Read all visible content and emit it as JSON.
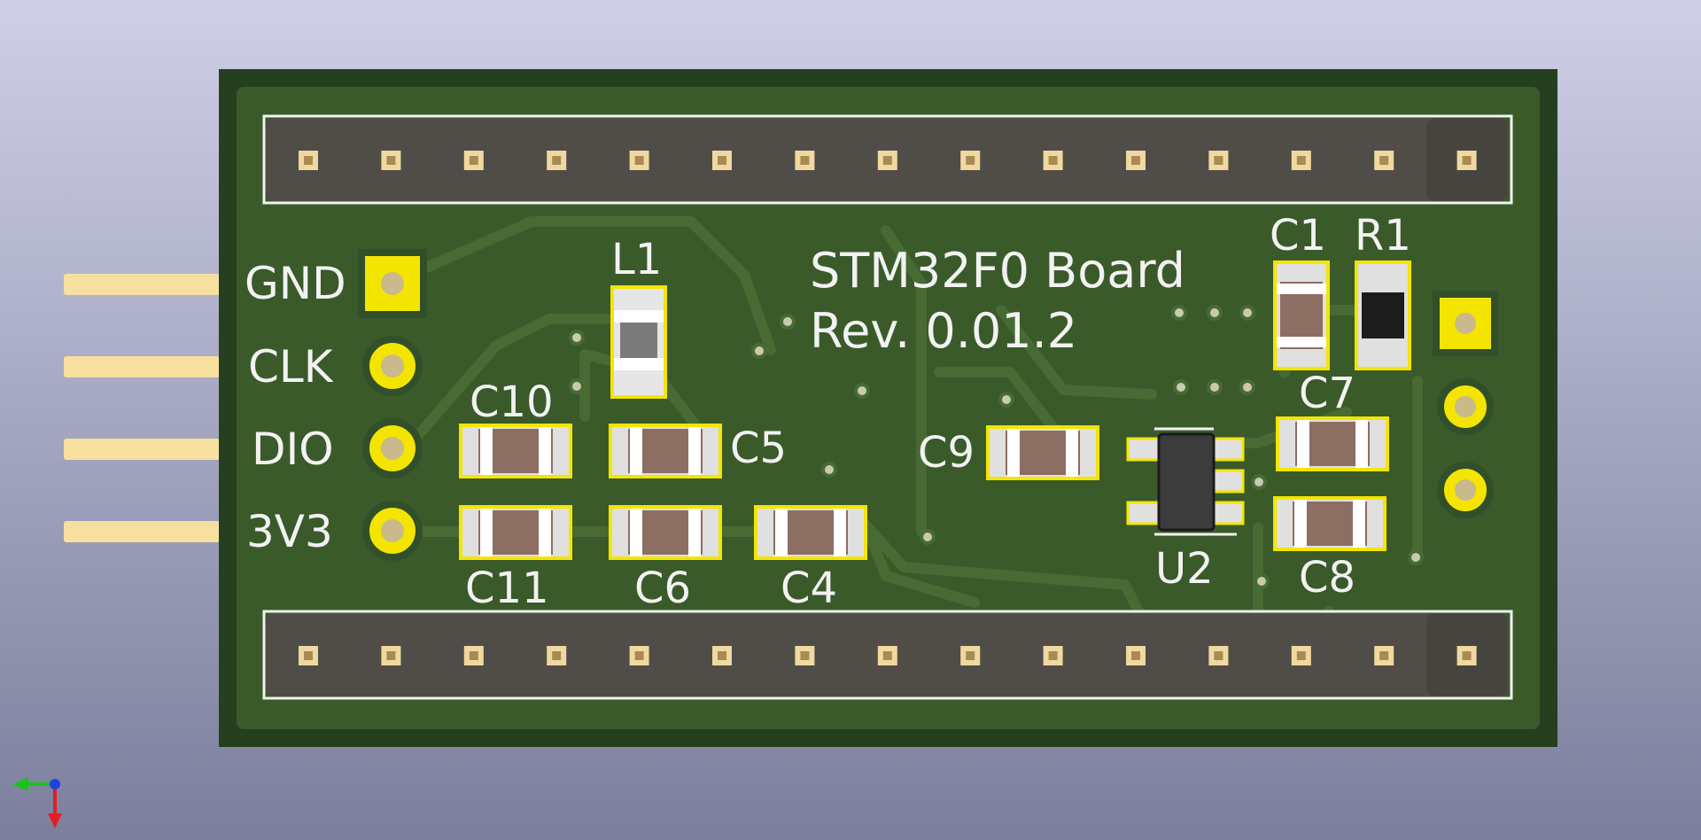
{
  "board": {
    "title_line1": "STM32F0 Board",
    "title_line2": "Rev. 0.01.2",
    "colors": {
      "background_top": "#cfcfe6",
      "background_bottom": "#7c7f9c",
      "soldermask": "#263f1f",
      "copper_fill": "#3a5a2a",
      "trace": "#476b33",
      "header_body": "#504d49",
      "pad_gold": "#f4e500",
      "pin_gold": "#f7dfa0",
      "silkscreen": "#f2f2f2"
    }
  },
  "pin_labels": [
    "GND",
    "CLK",
    "DIO",
    "3V3"
  ],
  "components": {
    "l1": "L1",
    "c1": "C1",
    "r1": "R1",
    "c4": "C4",
    "c5": "C5",
    "c6": "C6",
    "c7": "C7",
    "c8": "C8",
    "c9": "C9",
    "c10": "C10",
    "c11": "C11",
    "u2": "U2"
  },
  "axis_gizmo": {
    "x_color": "#19c419",
    "y_color": "#e02020",
    "z_color": "#2040e0"
  }
}
